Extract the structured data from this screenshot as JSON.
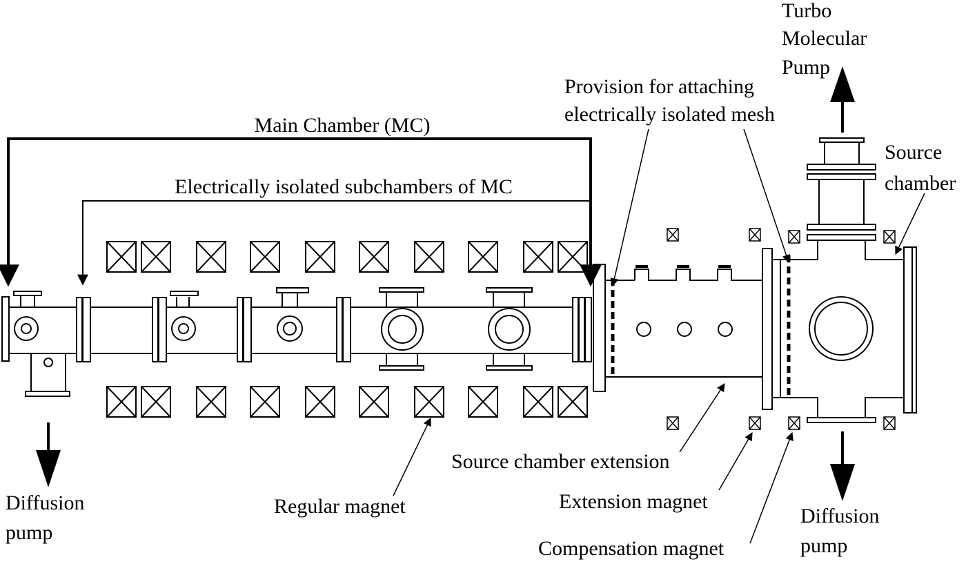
{
  "labels": {
    "main_chamber": "Main Chamber (MC)",
    "subchambers": "Electrically isolated subchambers of MC",
    "provision_line1": "Provision for attaching",
    "provision_line2": "electrically isolated mesh",
    "turbo_line1": "Turbo",
    "turbo_line2": "Molecular",
    "turbo_line3": "Pump",
    "source_chamber_line1": "Source",
    "source_chamber_line2": "chamber",
    "source_extension": "Source chamber extension",
    "extension_magnet": "Extension magnet",
    "compensation_magnet": "Compensation magnet",
    "regular_magnet": "Regular magnet",
    "diffusion_left_line1": "Diffusion",
    "diffusion_left_line2": "pump",
    "diffusion_right_line1": "Diffusion",
    "diffusion_right_line2": "pump"
  }
}
